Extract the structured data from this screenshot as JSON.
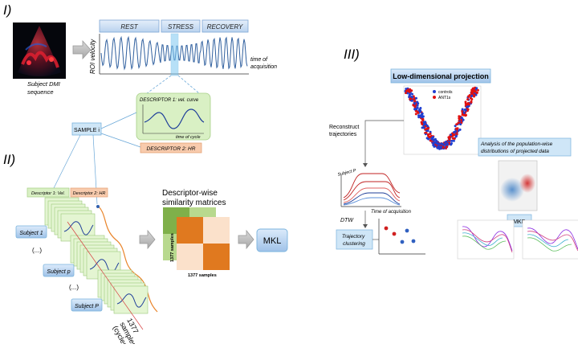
{
  "section_labels": {
    "s1": "I)",
    "s2": "II)",
    "s3": "III)"
  },
  "part1": {
    "subject_caption": [
      "Subject DMI",
      "sequence"
    ],
    "phases": [
      "REST",
      "STRESS",
      "RECOVERY"
    ],
    "y_axis": "ROI velocity",
    "x_axis": [
      "time of",
      "acquisition"
    ],
    "descriptor1": "DESCRIPTOR 1: vel. curve",
    "time_of_cycle": "time of cycle",
    "descriptor2": "DESCRIPTOR 2: HR",
    "sample_label": "SAMPLE i"
  },
  "part2": {
    "tab1": "Descriptor 1: Vel.",
    "tab2": "Descriptor 2: HR",
    "subject1": "Subject 1",
    "ellipsis1": "(...)",
    "subject_p": "Subject p",
    "ellipsis2": "(...)",
    "subject_P": "Subject P",
    "samples_caption": [
      "1377",
      "samples",
      "(cycles)"
    ],
    "matrices_title": [
      "Descriptor-wise",
      "similarity matrices"
    ],
    "matrix_y_label": "1377 samples",
    "matrix_x_label": "1377 samples",
    "mkl": "MKL"
  },
  "part3": {
    "title": "Low-dimensional projection",
    "legend": [
      "controls",
      "ANT1s"
    ],
    "reconstruct": [
      "Reconstruct",
      "trajectories"
    ],
    "subject_p": "Subject P",
    "time_of_acquisition": "Time of acquisition",
    "dtw": "DTW",
    "clustering": [
      "Trajectory",
      "clustering"
    ],
    "analysis": [
      "Analysis of the population-wise",
      "distributions of projected data"
    ],
    "mkr": "MKR"
  },
  "colors": {
    "accent_blue": "#5b9bd5",
    "pale_blue_box": "#cfe6f7",
    "green_box": "#d9f0c4",
    "orange_box": "#f8cbad",
    "matrix_dark": "#e0791f",
    "matrix_light": "#fbe1cb",
    "controls": "#1f3fd1",
    "ant1s": "#e01010"
  },
  "icons": [
    "arrow-right-icon",
    "ultrasound-image",
    "scatter-plot",
    "density-plot",
    "curve-plots"
  ]
}
